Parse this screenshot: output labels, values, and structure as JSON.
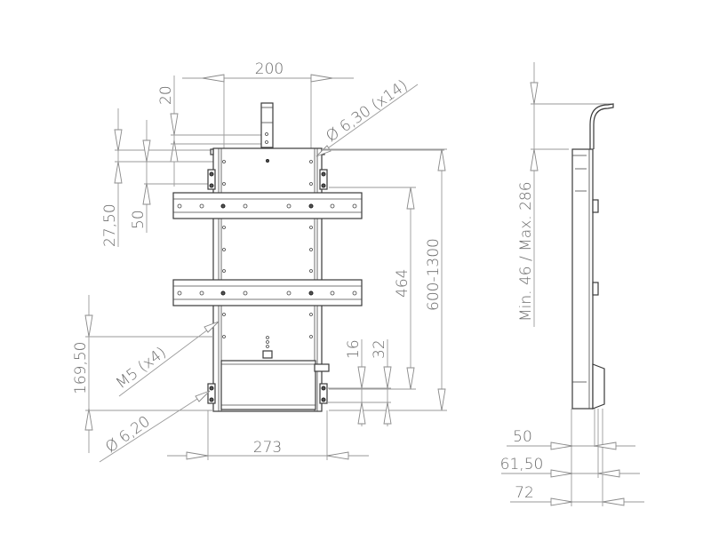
{
  "drawing": {
    "front_view": {
      "dimensions": {
        "top_width": "200",
        "top_offset": "20",
        "hole_spec_top": "Ø 6,30 (x14)",
        "left_offset_a": "27,50",
        "left_offset_b": "50",
        "rail_spacing": "464",
        "height_range": "600-1300",
        "thread_spec": "M5 (x4)",
        "lower_offset": "169,50",
        "hole_spec_bottom": "Ø 6,20",
        "bottom_offset_a": "16",
        "bottom_offset_b": "32",
        "bottom_width": "273"
      }
    },
    "side_view": {
      "dimensions": {
        "depth_range": "Min. 46 / Max. 286",
        "depth_a": "50",
        "depth_b": "61,50",
        "depth_c": "72"
      }
    },
    "colors": {
      "line": "#3a3a3a",
      "dimension_line": "#9a9a9a",
      "text": "#6b6b6b",
      "background": "#ffffff"
    }
  }
}
